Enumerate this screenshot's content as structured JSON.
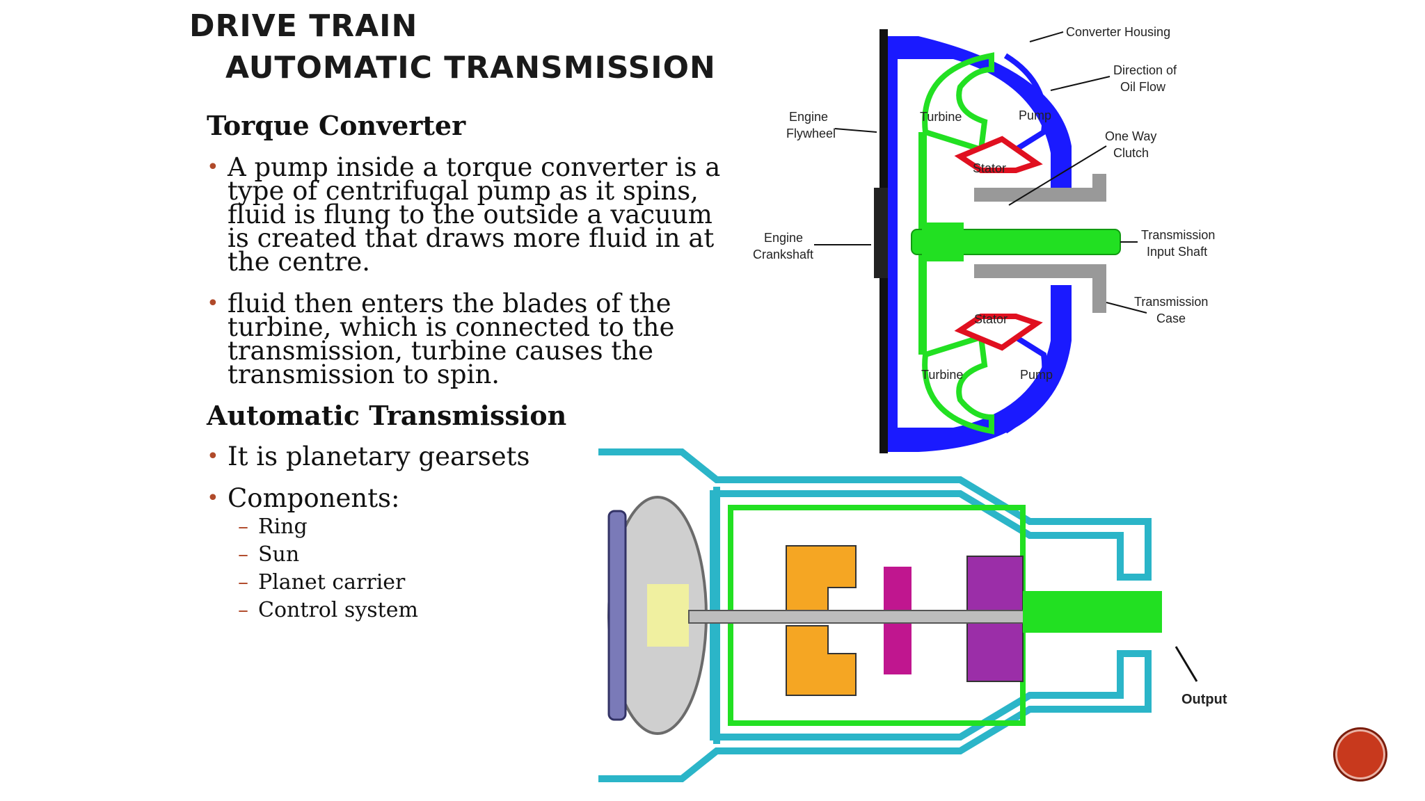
{
  "title": {
    "line1": "DRIVE TRAIN",
    "line2": "AUTOMATIC TRANSMISSION"
  },
  "sections": [
    {
      "heading": "Torque Converter"
    },
    {
      "heading": "Automatic Transmission"
    }
  ],
  "bullets": [
    {
      "lines": [
        "A pump inside a torque converter is a",
        "type of centrifugal pump as it spins,",
        "fluid is flung to the outside a vacuum",
        "is created that draws more fluid in at",
        "the centre."
      ]
    },
    {
      "lines": [
        "fluid then enters the blades of the",
        "turbine, which is connected to the",
        "transmission, turbine causes the",
        "transmission to spin."
      ]
    },
    {
      "lines": [
        "It is planetary gearsets"
      ]
    },
    {
      "lines": [
        "Components:"
      ]
    }
  ],
  "components": [
    "Ring",
    "Sun",
    "Planet carrier",
    "Control system"
  ],
  "torque_converter_labels": {
    "converter_housing": "Converter Housing",
    "direction_1": "Direction of",
    "direction_2": "Oil Flow",
    "one_way_1": "One Way",
    "one_way_2": "Clutch",
    "flywheel_1": "Engine",
    "flywheel_2": "Flywheel",
    "crankshaft_1": "Engine",
    "crankshaft_2": "Crankshaft",
    "input_1": "Transmission",
    "input_2": "Input Shaft",
    "case_1": "Transmission",
    "case_2": "Case",
    "turbine_top": "Turbine",
    "pump_top": "Pump",
    "stator_top": "Stator",
    "stator_bottom": "Stator",
    "turbine_bottom": "Turbine",
    "pump_bottom": "Pump"
  },
  "transmission_labels": {
    "output": "Output"
  },
  "colors": {
    "housing": "#1a1aff",
    "turbine": "#22e022",
    "stator": "#e01020",
    "accent": "#c8391d"
  }
}
